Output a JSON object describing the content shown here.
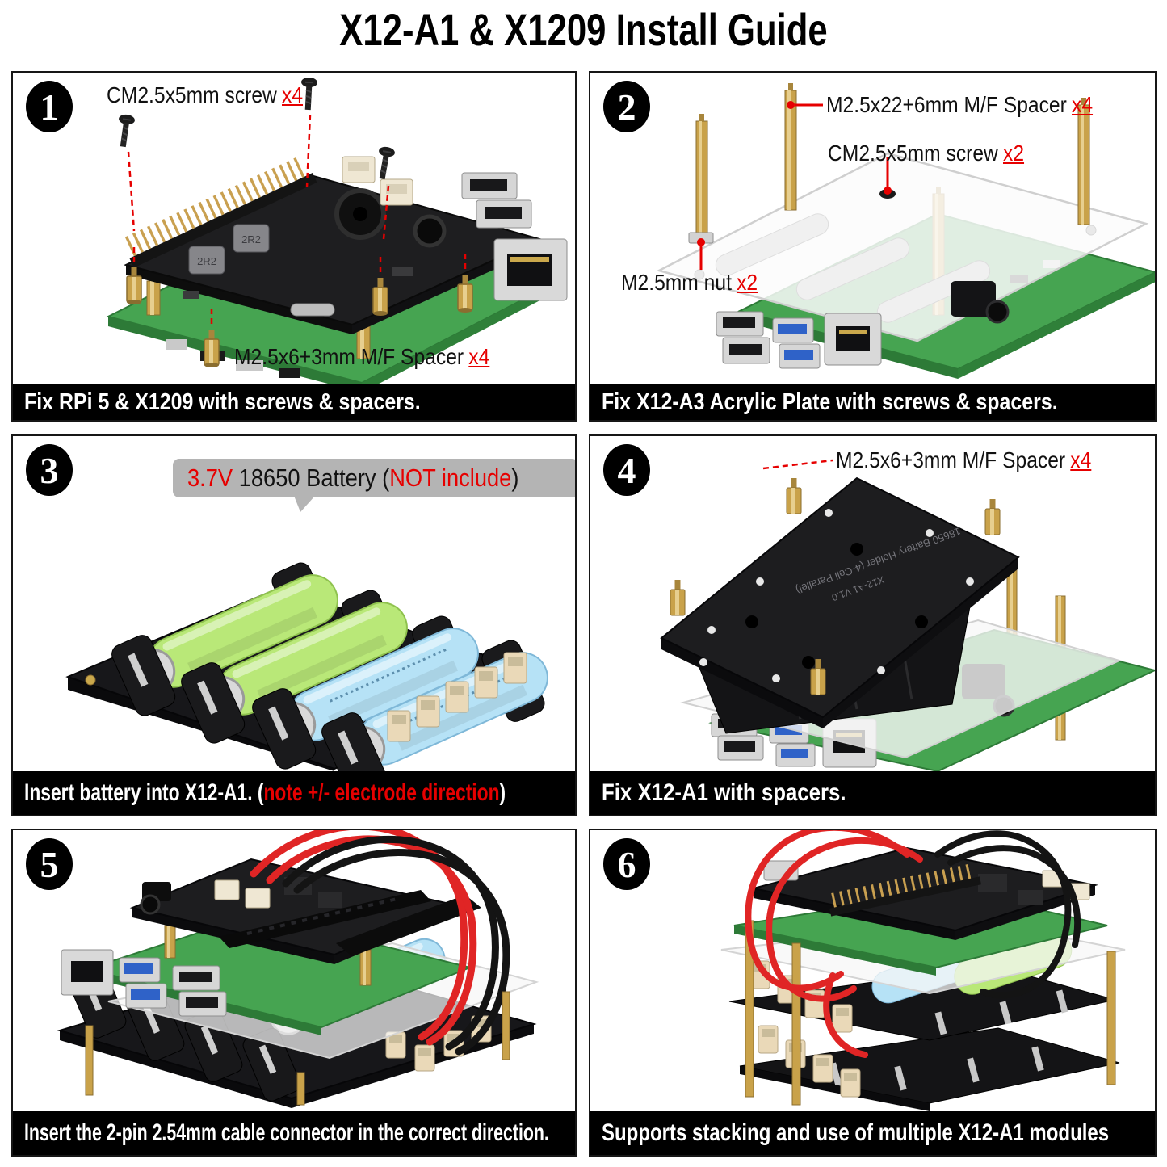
{
  "title": "X12-A1 & X1209 Install Guide",
  "colors": {
    "accent_red": "#e60000",
    "caption_bg": "#000000",
    "caption_text": "#ffffff",
    "pcb_green": "#46a451",
    "brass": "#c9a24a",
    "battery_green": "#b9e878",
    "battery_blue": "#b6e2f6",
    "bubble_gray": "#b4b4b4"
  },
  "panels": [
    {
      "number": "1",
      "caption": "Fix RPi 5 & X1209 with screws & spacers.",
      "labels": [
        {
          "text": "CM2.5x5mm screw",
          "count": "x4"
        },
        {
          "text": "M2.5x6+3mm M/F Spacer",
          "count": "x4"
        }
      ],
      "board_marks": [
        "2R2",
        "2R2"
      ]
    },
    {
      "number": "2",
      "caption": "Fix X12-A3 Acrylic Plate with screws & spacers.",
      "labels": [
        {
          "text": "M2.5x22+6mm M/F Spacer",
          "count": "x4"
        },
        {
          "text": "CM2.5x5mm screw",
          "count": "x2"
        },
        {
          "text": "M2.5mm nut",
          "count": "x2"
        }
      ]
    },
    {
      "number": "3",
      "caption_parts": [
        "Insert battery into X12-A1. (",
        "note +/- electrode direction",
        ")"
      ],
      "bubble_parts": [
        "3.7V",
        " 18650 Battery (",
        "NOT include",
        ")"
      ]
    },
    {
      "number": "4",
      "caption": "Fix X12-A1 with spacers.",
      "labels": [
        {
          "text": "M2.5x6+3mm M/F Spacer",
          "count": "x4"
        }
      ],
      "board_text": [
        "18650 Battery Holder (4-Cell Parallel)",
        "X12-A1 V1.0"
      ]
    },
    {
      "number": "5",
      "caption": "Insert the 2-pin 2.54mm cable connector in the correct direction."
    },
    {
      "number": "6",
      "caption": "Supports stacking and use of multiple X12-A1 modules"
    }
  ]
}
